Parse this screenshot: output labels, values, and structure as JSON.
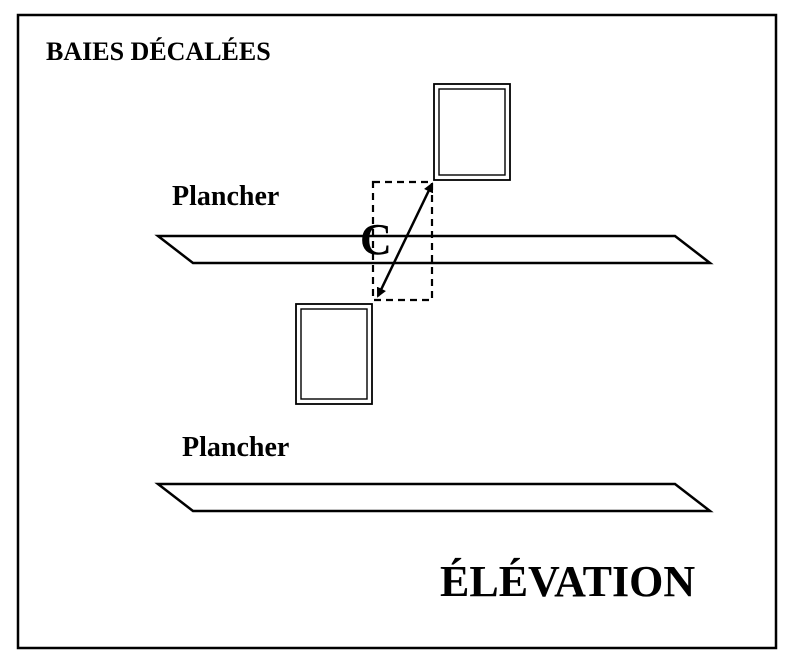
{
  "diagram": {
    "title": "BAIES DÉCALÉES",
    "floor_label_upper": "Plancher",
    "floor_label_lower": "Plancher",
    "dimension_label": "C",
    "view_label": "ÉLÉVATION"
  },
  "colors": {
    "stroke": "#000000",
    "background": "#ffffff"
  }
}
